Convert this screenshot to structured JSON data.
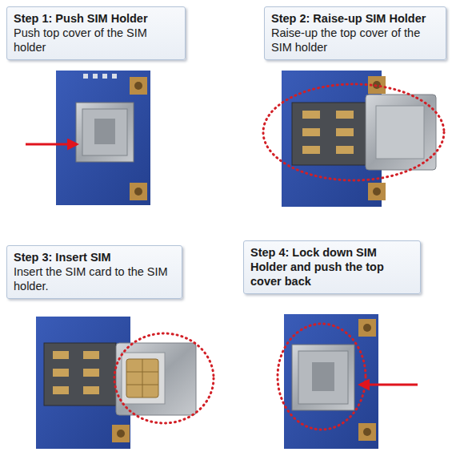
{
  "diagram": {
    "nodes": [
      {
        "text": [
          "Step 1: Push SIM Holder",
          "Push top cover of the SIM holder"
        ]
      },
      {
        "text": [
          "Step 2: Raise-up SIM Holder",
          "Raise-up the top cover of the SIM holder"
        ]
      },
      {
        "text": [
          "Step 3: Insert SIM",
          "Insert the SIM card to the SIM holder."
        ]
      },
      {
        "text": [
          "Step 4: Lock down SIM Holder and push the top cover back"
        ]
      }
    ]
  }
}
